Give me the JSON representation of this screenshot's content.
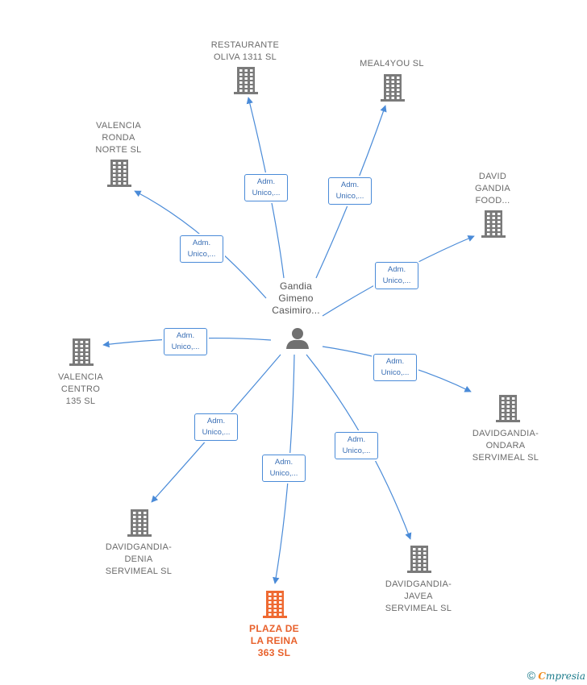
{
  "center": {
    "name_lines": [
      "Gandia",
      "Gimeno",
      "Casimiro..."
    ],
    "icon": "person-icon",
    "color": "#707070"
  },
  "companies": [
    {
      "id": "restaurante-oliva",
      "lines": [
        "RESTAURANTE",
        "OLIVA 1311  SL"
      ],
      "highlight": false
    },
    {
      "id": "meal4you",
      "lines": [
        "MEAL4YOU  SL"
      ],
      "highlight": false
    },
    {
      "id": "valencia-ronda-norte",
      "lines": [
        "VALENCIA",
        "RONDA",
        "NORTE SL"
      ],
      "highlight": false
    },
    {
      "id": "david-gandia-food",
      "lines": [
        "DAVID",
        "GANDIA",
        "FOOD..."
      ],
      "highlight": false
    },
    {
      "id": "valencia-centro",
      "lines": [
        "VALENCIA",
        "CENTRO",
        "135  SL"
      ],
      "highlight": false
    },
    {
      "id": "davidgandia-ondara",
      "lines": [
        "DAVIDGANDIA-",
        "ONDARA",
        "SERVIMEAL  SL"
      ],
      "highlight": false
    },
    {
      "id": "davidgandia-denia",
      "lines": [
        "DAVIDGANDIA-",
        "DENIA",
        "SERVIMEAL  SL"
      ],
      "highlight": false
    },
    {
      "id": "davidgandia-javea",
      "lines": [
        "DAVIDGANDIA-",
        "JAVEA",
        "SERVIMEAL  SL"
      ],
      "highlight": false
    },
    {
      "id": "plaza-de-la-reina",
      "lines": [
        "PLAZA DE",
        "LA REINA",
        "363  SL"
      ],
      "highlight": true
    }
  ],
  "edge_label_lines": [
    "Adm.",
    "Unico,..."
  ],
  "colors": {
    "company_icon": "#7a7a7a",
    "highlight_icon": "#ef6a32",
    "edge": "#4a8bd8",
    "label_text": "#6b6b6b"
  },
  "footer": {
    "copyright_symbol": "©",
    "brand_first": "C",
    "brand_rest": "mpresia"
  }
}
